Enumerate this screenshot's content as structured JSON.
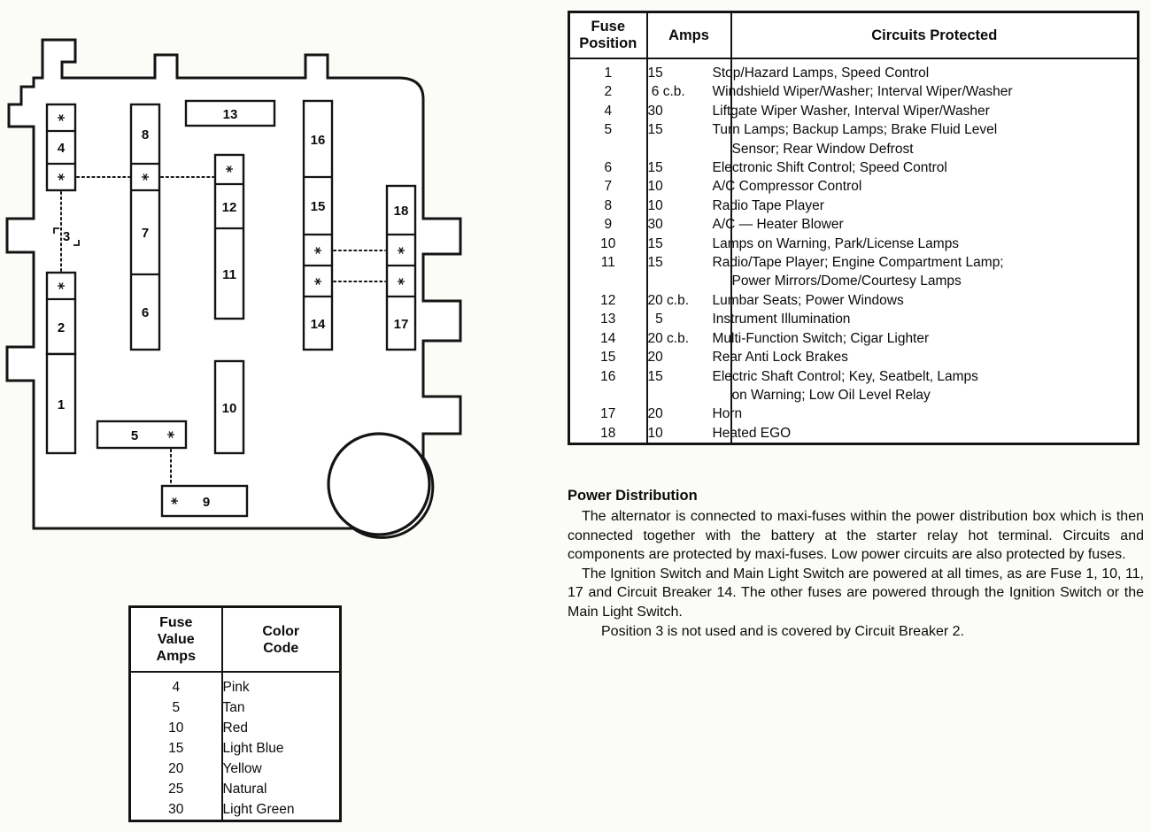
{
  "diagram": {
    "fuse_labels": [
      "1",
      "2",
      "3",
      "4",
      "5",
      "6",
      "7",
      "8",
      "9",
      "10",
      "11",
      "12",
      "13",
      "14",
      "15",
      "16",
      "17",
      "18"
    ]
  },
  "fuse_table": {
    "header": {
      "position": "Fuse\nPosition",
      "amps": "Amps",
      "circuits": "Circuits Protected"
    },
    "rows": [
      {
        "position": "1",
        "amps": "15",
        "circuits": "Stop/Hazard Lamps, Speed Control"
      },
      {
        "position": "2",
        "amps": " 6 c.b.",
        "circuits": "Windshield Wiper/Washer; Interval Wiper/Washer"
      },
      {
        "position": "4",
        "amps": "30",
        "circuits": "Liftgate Wiper Washer, Interval Wiper/Washer"
      },
      {
        "position": "5",
        "amps": "15",
        "circuits": "Turn Lamps; Backup Lamps; Brake Fluid Level\nSensor; Rear Window Defrost"
      },
      {
        "position": "6",
        "amps": "15",
        "circuits": "Electronic Shift Control; Speed Control"
      },
      {
        "position": "7",
        "amps": "10",
        "circuits": "A/C Compressor Control"
      },
      {
        "position": "8",
        "amps": "10",
        "circuits": "Radio Tape Player"
      },
      {
        "position": "9",
        "amps": "30",
        "circuits": "A/C — Heater Blower"
      },
      {
        "position": "10",
        "amps": "15",
        "circuits": "Lamps on Warning, Park/License Lamps"
      },
      {
        "position": "11",
        "amps": "15",
        "circuits": "Radio/Tape Player; Engine Compartment Lamp;\nPower Mirrors/Dome/Courtesy Lamps"
      },
      {
        "position": "12",
        "amps": "20 c.b.",
        "circuits": "Lumbar Seats; Power Windows"
      },
      {
        "position": "13",
        "amps": "  5",
        "circuits": "Instrument Illumination"
      },
      {
        "position": "14",
        "amps": "20 c.b.",
        "circuits": "Multi-Function Switch; Cigar Lighter"
      },
      {
        "position": "15",
        "amps": "20",
        "circuits": "Rear Anti Lock Brakes"
      },
      {
        "position": "16",
        "amps": "15",
        "circuits": "Electric Shaft Control; Key, Seatbelt, Lamps\non Warning; Low Oil Level Relay"
      },
      {
        "position": "17",
        "amps": "20",
        "circuits": "Horn"
      },
      {
        "position": "18",
        "amps": "10",
        "circuits": "Heated EGO"
      }
    ]
  },
  "power_distribution": {
    "title": "Power Distribution",
    "paragraph1": "The alternator is connected to maxi-fuses within the power distribution box which is then connected together with the battery at the starter relay hot terminal. Circuits and components are protected by maxi-fuses. Low power circuits are also protected by fuses.",
    "paragraph2": "The Ignition Switch and Main Light Switch are powered at all times, as are Fuse 1, 10, 11, 17 and Circuit Breaker 14. The other fuses are powered through the Ignition Switch or the Main Light Switch.",
    "paragraph3": "Position 3 is not used and is covered by Circuit Breaker 2."
  },
  "color_table": {
    "header": {
      "value": "Fuse\nValue\nAmps",
      "color": "Color\nCode"
    },
    "rows": [
      {
        "amps": "4",
        "color": "Pink"
      },
      {
        "amps": "5",
        "color": "Tan"
      },
      {
        "amps": "10",
        "color": "Red"
      },
      {
        "amps": "15",
        "color": "Light Blue"
      },
      {
        "amps": "20",
        "color": "Yellow"
      },
      {
        "amps": "25",
        "color": "Natural"
      },
      {
        "amps": "30",
        "color": "Light Green"
      }
    ]
  }
}
